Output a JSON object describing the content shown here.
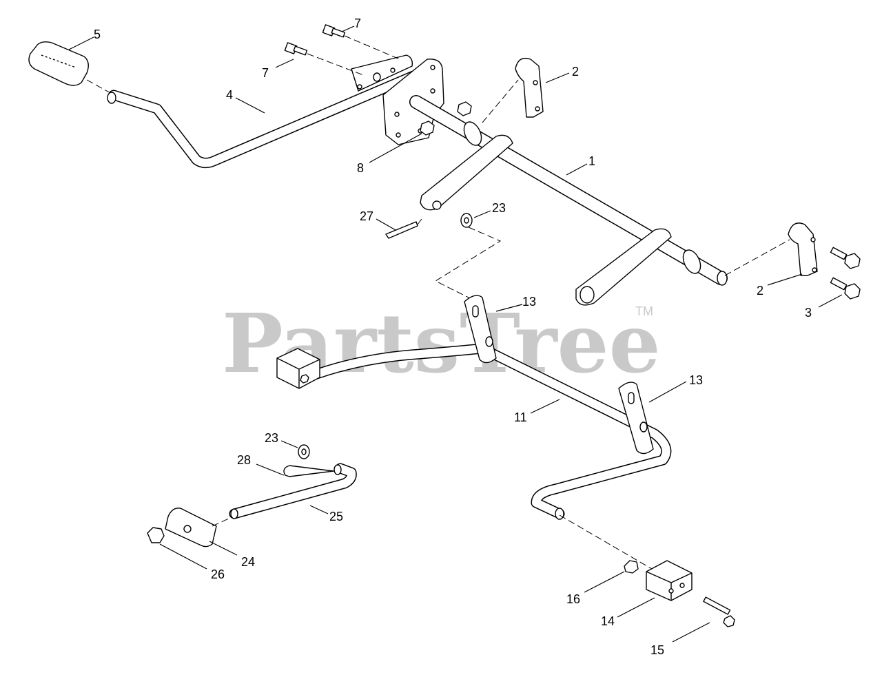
{
  "watermark": {
    "text": "PartsTree",
    "trademark": "TM"
  },
  "callouts": [
    {
      "id": "c5",
      "label": "5"
    },
    {
      "id": "c7a",
      "label": "7"
    },
    {
      "id": "c7b",
      "label": "7"
    },
    {
      "id": "c4",
      "label": "4"
    },
    {
      "id": "c2a",
      "label": "2"
    },
    {
      "id": "c8",
      "label": "8"
    },
    {
      "id": "c1",
      "label": "1"
    },
    {
      "id": "c27",
      "label": "27"
    },
    {
      "id": "c23a",
      "label": "23"
    },
    {
      "id": "c2b",
      "label": "2"
    },
    {
      "id": "c3",
      "label": "3"
    },
    {
      "id": "c13a",
      "label": "13"
    },
    {
      "id": "c13b",
      "label": "13"
    },
    {
      "id": "c11",
      "label": "11"
    },
    {
      "id": "c23b",
      "label": "23"
    },
    {
      "id": "c28",
      "label": "28"
    },
    {
      "id": "c25",
      "label": "25"
    },
    {
      "id": "c24",
      "label": "24"
    },
    {
      "id": "c26",
      "label": "26"
    },
    {
      "id": "c16",
      "label": "16"
    },
    {
      "id": "c14",
      "label": "14"
    },
    {
      "id": "c15",
      "label": "15"
    }
  ]
}
